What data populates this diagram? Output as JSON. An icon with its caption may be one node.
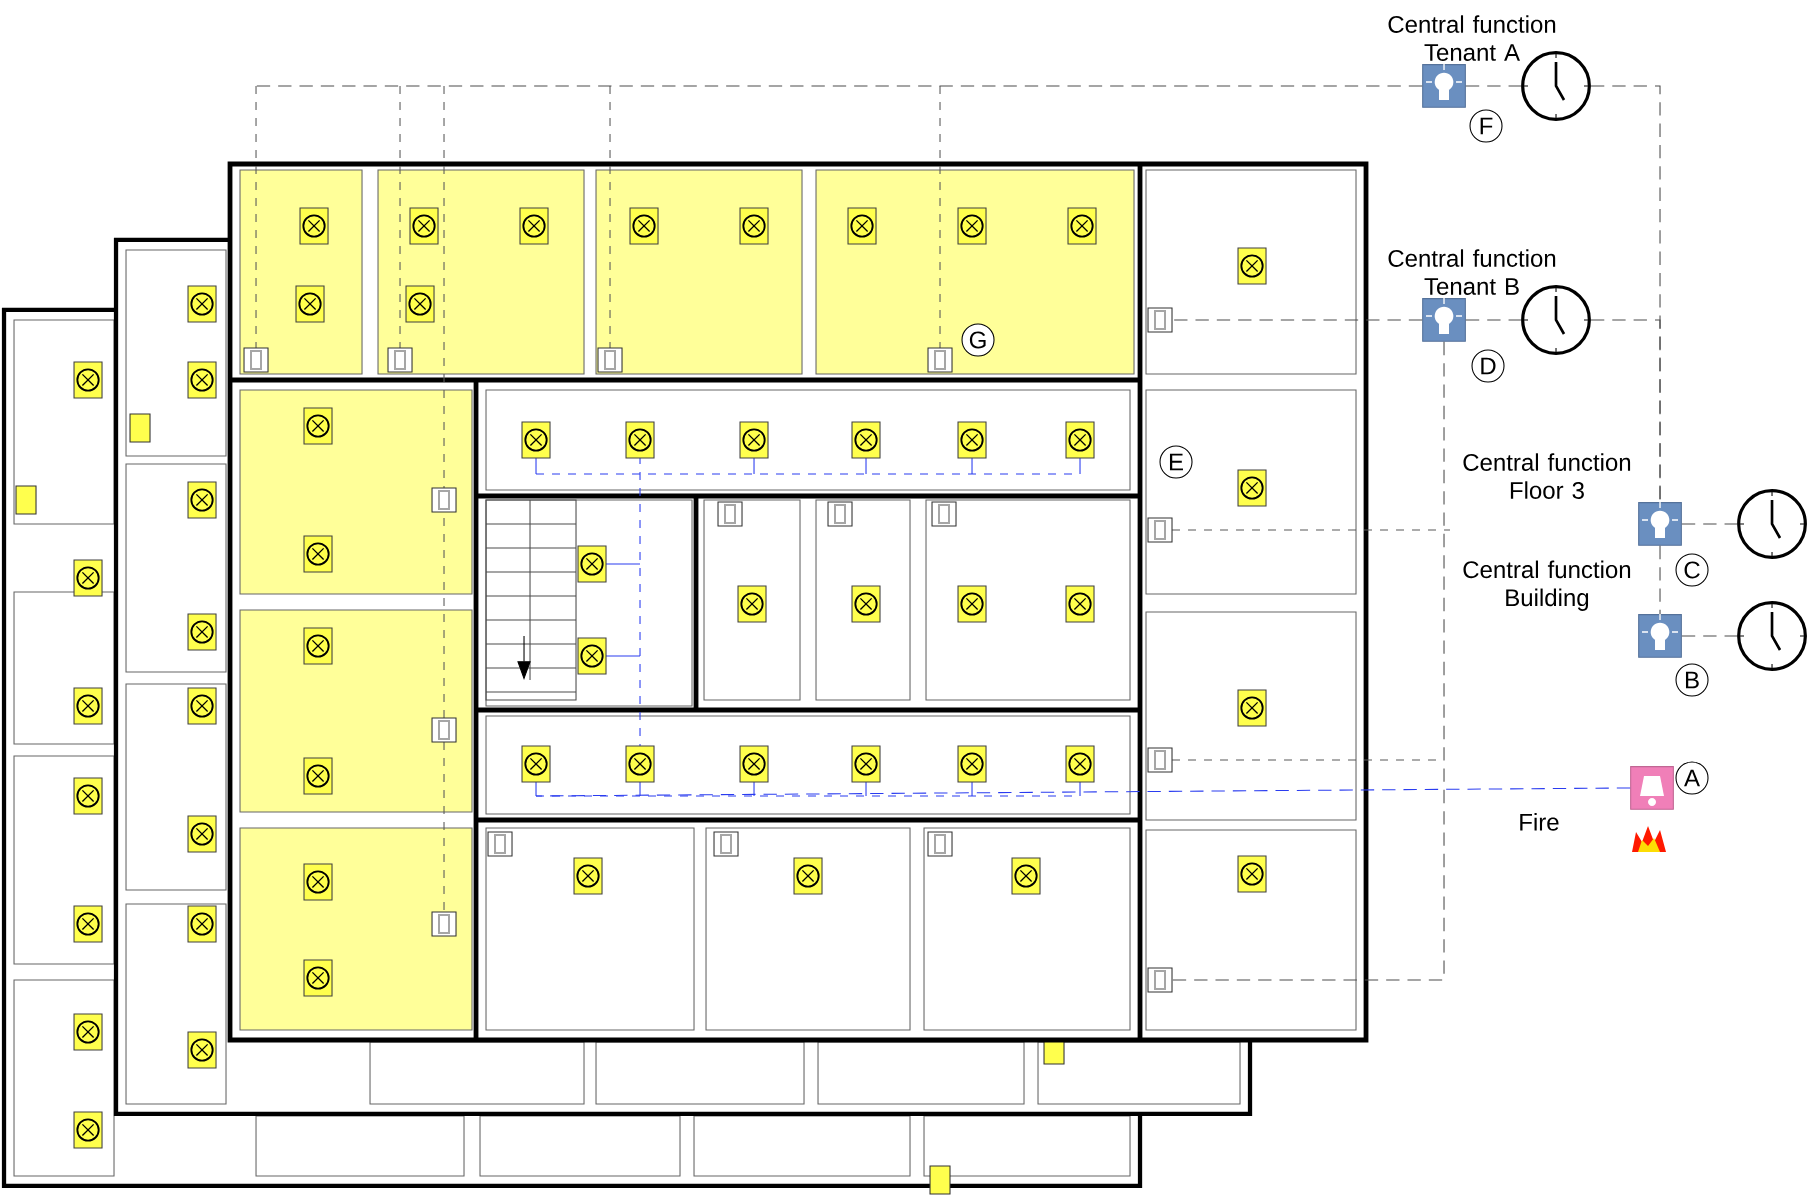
{
  "diagram": {
    "nodes": [
      {
        "text": [
          "Central function Tenant A"
        ],
        "beside": [
          "F"
        ]
      },
      {
        "text": [],
        "shape": "picture"
      },
      {
        "text": [
          "Central function Tenant B"
        ],
        "beside": [
          "D"
        ]
      },
      {
        "text": [],
        "shape": "picture"
      },
      {
        "text": [
          "Central function Floor 3"
        ],
        "beside": [
          "C"
        ]
      },
      {
        "text": [],
        "shape": "picture"
      },
      {
        "text": [
          "Central function Building"
        ],
        "beside": [
          "B"
        ]
      },
      {
        "text": [],
        "shape": "picture"
      },
      {
        "text": [
          "Fire"
        ],
        "beside": [
          "A"
        ]
      },
      {
        "text": [],
        "shape": "picture"
      },
      {
        "text": [],
        "shape": "box"
      },
      {
        "text": [],
        "shape": "box"
      }
    ],
    "edges": [
      {
        "from": 0,
        "to": 1,
        "arrow": "none",
        "style": "dashed"
      },
      {
        "from": 2,
        "to": 3,
        "arrow": "none",
        "style": "dashed"
      },
      {
        "from": 4,
        "to": 5,
        "arrow": "none",
        "style": "dashed"
      },
      {
        "from": 6,
        "to": 7,
        "arrow": "none",
        "style": "dashed"
      },
      {
        "from": 1,
        "to": 4,
        "arrow": "none",
        "style": "dashed"
      },
      {
        "from": 3,
        "to": 4,
        "arrow": "none",
        "style": "dashed"
      },
      {
        "from": 4,
        "to": 6,
        "arrow": "none",
        "style": "dashed"
      },
      {
        "from": 0,
        "to": null,
        "arrow": "none",
        "style": "dashed"
      },
      {
        "from": 2,
        "to": 10,
        "arrow": "none",
        "style": "dashed"
      },
      {
        "from": 2,
        "to": 11,
        "arrow": "none",
        "style": "dashed"
      },
      {
        "from": 8,
        "to": 9,
        "arrow": "none",
        "style": "dashed",
        "color": "#2a3cf0"
      }
    ],
    "labels": [
      "G",
      "E"
    ]
  }
}
